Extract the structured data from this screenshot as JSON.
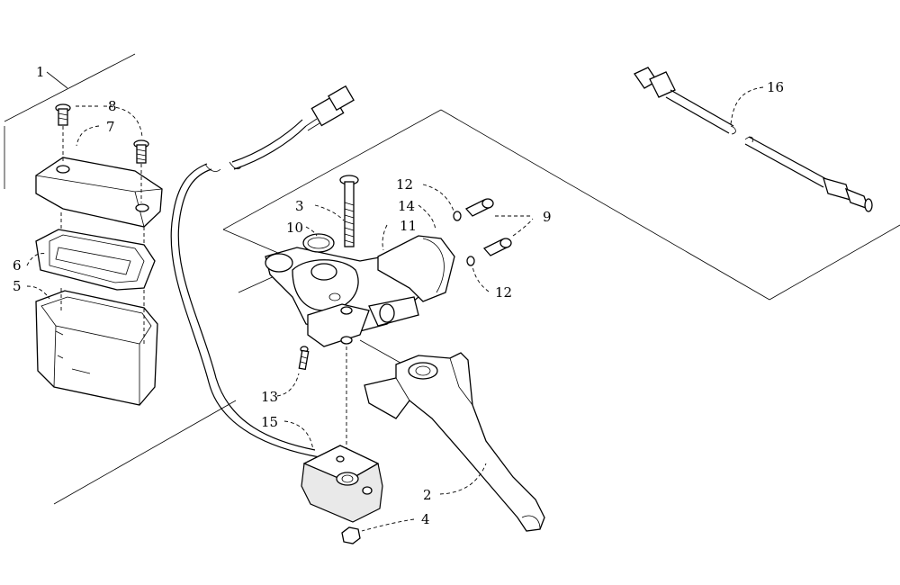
{
  "diagram": {
    "callouts": [
      {
        "id": "c1",
        "label": "1"
      },
      {
        "id": "c2",
        "label": "2"
      },
      {
        "id": "c3",
        "label": "3"
      },
      {
        "id": "c4",
        "label": "4"
      },
      {
        "id": "c5",
        "label": "5"
      },
      {
        "id": "c6",
        "label": "6"
      },
      {
        "id": "c7",
        "label": "7"
      },
      {
        "id": "c8",
        "label": "8"
      },
      {
        "id": "c9",
        "label": "9"
      },
      {
        "id": "c10",
        "label": "10"
      },
      {
        "id": "c11",
        "label": "11"
      },
      {
        "id": "c12a",
        "label": "12"
      },
      {
        "id": "c12b",
        "label": "12"
      },
      {
        "id": "c13",
        "label": "13"
      },
      {
        "id": "c14",
        "label": "14"
      },
      {
        "id": "c15",
        "label": "15"
      },
      {
        "id": "c16",
        "label": "16"
      }
    ]
  }
}
